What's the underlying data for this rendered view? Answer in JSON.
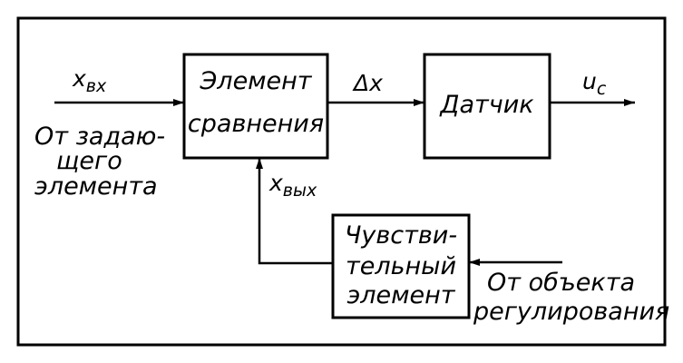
{
  "blocks": {
    "comparison": {
      "line1": "Элемент",
      "line2": "сравнения"
    },
    "sensor": {
      "label": "Датчик"
    },
    "sensitive": {
      "line1": "Чувстви-",
      "line2": "тельный",
      "line3": "элемент"
    }
  },
  "signals": {
    "input": {
      "main": "x",
      "sub": "вх"
    },
    "delta": "Δx",
    "output": {
      "main": "u",
      "sub": "с"
    },
    "feedback": {
      "main": "x",
      "sub": "вых"
    }
  },
  "notes": {
    "setpoint": [
      "От задаю-",
      "щего",
      "элемента"
    ],
    "object": [
      "От объекта",
      "регулирования"
    ]
  }
}
